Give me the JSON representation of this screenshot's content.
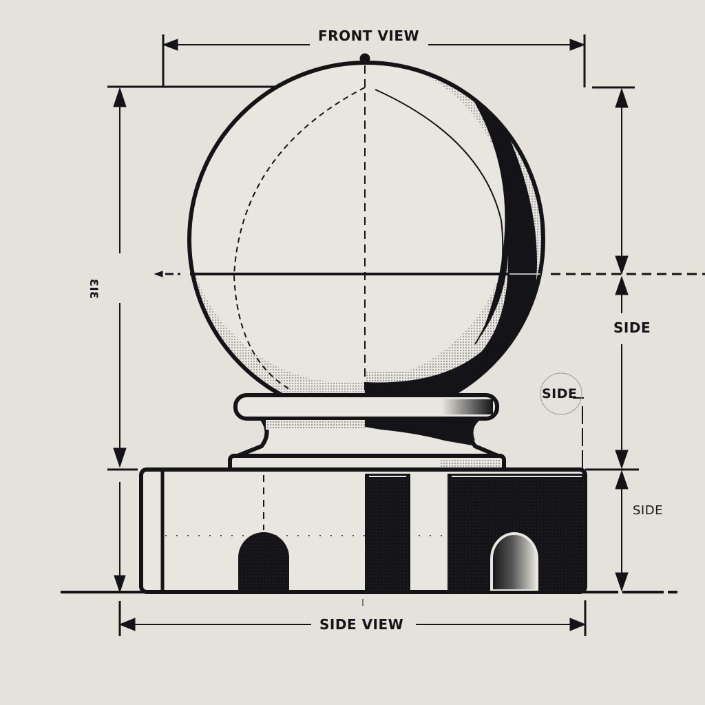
{
  "diagram": {
    "title": "Orthographic drawing of a sphere on a pedestal base",
    "colors": {
      "background": "#e4e2da",
      "ink": "#141418",
      "paper": "#e8e6de"
    },
    "labels": {
      "top_dimension": "FRONT VIEW",
      "bottom_dimension": "SIDE VIEW",
      "left_dimension": "ƐIƐ",
      "right_upper_dimension": "SIDE",
      "callout": "SIDE",
      "right_lower_dimension": "SIDE"
    },
    "components": [
      {
        "name": "sphere",
        "description": "large sphere with dashed meridian and horizontal equator line"
      },
      {
        "name": "pedestal-collar",
        "description": "turned collar/neck beneath sphere"
      },
      {
        "name": "base-block",
        "description": "rectangular base with arched openings, left half light, right half dark"
      }
    ],
    "dimension_lines": [
      {
        "name": "top-width",
        "orientation": "horizontal",
        "label_ref": "top_dimension"
      },
      {
        "name": "bottom-width",
        "orientation": "horizontal",
        "label_ref": "bottom_dimension"
      },
      {
        "name": "left-height",
        "orientation": "vertical",
        "label_ref": "left_dimension"
      },
      {
        "name": "right-upper-height",
        "orientation": "vertical",
        "label_ref": "right_upper_dimension"
      },
      {
        "name": "right-lower-height",
        "orientation": "vertical",
        "label_ref": "right_lower_dimension"
      }
    ]
  }
}
